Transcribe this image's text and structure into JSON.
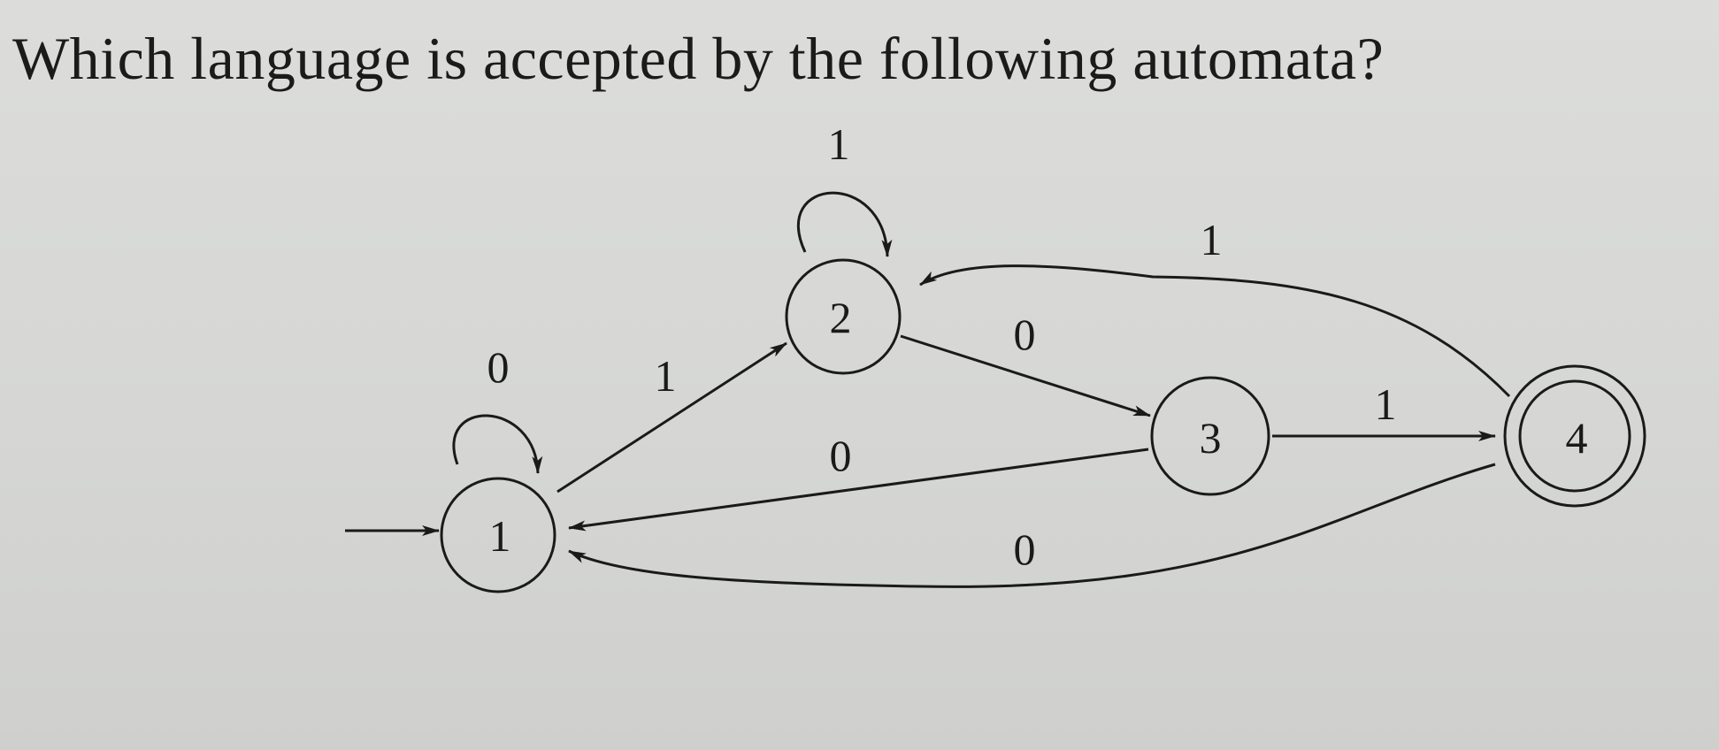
{
  "question": "Which language is accepted by the following automata?",
  "colors": {
    "ink": "#1a1a1a",
    "background": "#d9dad8"
  },
  "automaton": {
    "states": [
      {
        "id": "1",
        "label": "1",
        "start": true,
        "accepting": false
      },
      {
        "id": "2",
        "label": "2",
        "start": false,
        "accepting": false
      },
      {
        "id": "3",
        "label": "3",
        "start": false,
        "accepting": false
      },
      {
        "id": "4",
        "label": "4",
        "start": false,
        "accepting": true
      }
    ],
    "transitions": [
      {
        "from": "1",
        "to": "1",
        "label": "0"
      },
      {
        "from": "1",
        "to": "2",
        "label": "1"
      },
      {
        "from": "2",
        "to": "2",
        "label": "1"
      },
      {
        "from": "2",
        "to": "3",
        "label": "0"
      },
      {
        "from": "3",
        "to": "1",
        "label": "0"
      },
      {
        "from": "3",
        "to": "4",
        "label": "1"
      },
      {
        "from": "4",
        "to": "2",
        "label": "1"
      },
      {
        "from": "4",
        "to": "1",
        "label": "0"
      }
    ]
  }
}
